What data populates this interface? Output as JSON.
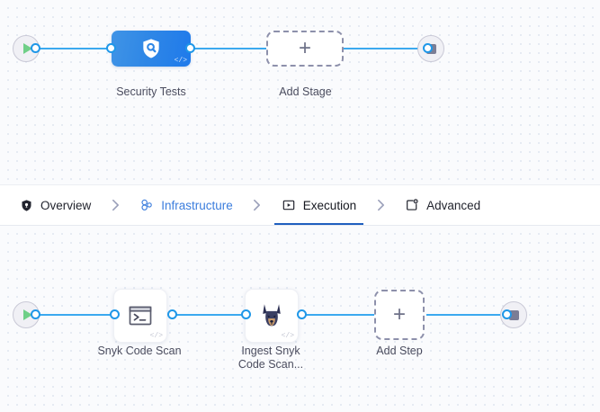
{
  "canvas": {
    "stages_graph": {
      "start_node": {
        "name": "start-node",
        "icon": "play-icon"
      },
      "end_node": {
        "name": "end-node",
        "icon": "stop-icon"
      },
      "nodes": [
        {
          "id": "security-tests",
          "label": "Security Tests",
          "icon": "shield-search-icon",
          "type": "stage",
          "badge": "</>"
        },
        {
          "id": "add-stage",
          "label": "Add Stage",
          "icon": "plus-icon",
          "type": "add"
        }
      ]
    },
    "steps_graph": {
      "start_node": {
        "name": "start-node",
        "icon": "play-icon"
      },
      "end_node": {
        "name": "end-node",
        "icon": "stop-icon"
      },
      "nodes": [
        {
          "id": "snyk-code-scan",
          "label": "Snyk Code Scan",
          "icon": "terminal-icon",
          "type": "step",
          "badge": "</>"
        },
        {
          "id": "ingest-snyk-code-scan",
          "label": "Ingest Snyk\nCode Scan...",
          "icon": "snyk-doberman-icon",
          "type": "step",
          "badge": "</>"
        },
        {
          "id": "add-step",
          "label": "Add Step",
          "icon": "plus-icon",
          "type": "add"
        }
      ]
    }
  },
  "tabbar": {
    "tabs": [
      {
        "id": "overview",
        "label": "Overview",
        "icon": "shield-icon",
        "state": "default"
      },
      {
        "id": "infrastructure",
        "label": "Infrastructure",
        "icon": "cluster-nodes-icon",
        "state": "link"
      },
      {
        "id": "execution",
        "label": "Execution",
        "icon": "play-box-icon",
        "state": "active"
      },
      {
        "id": "advanced",
        "label": "Advanced",
        "icon": "card-gear-icon",
        "state": "default"
      }
    ],
    "separator": "›"
  },
  "colors": {
    "accent_blue": "#3b7ddd",
    "active_underline": "#1f5fbf",
    "wire": "#3ba9ef",
    "port_ring": "#1f97e8",
    "stage_gradient_from": "#4094e6",
    "stage_gradient_to": "#1f7aeb",
    "play_green": "#6fcf87",
    "stop_gray": "#7b7d95",
    "dashed_border": "#8d90ab",
    "canvas_bg": "#fafbfd",
    "dot_grid": "#dfe6f0"
  }
}
